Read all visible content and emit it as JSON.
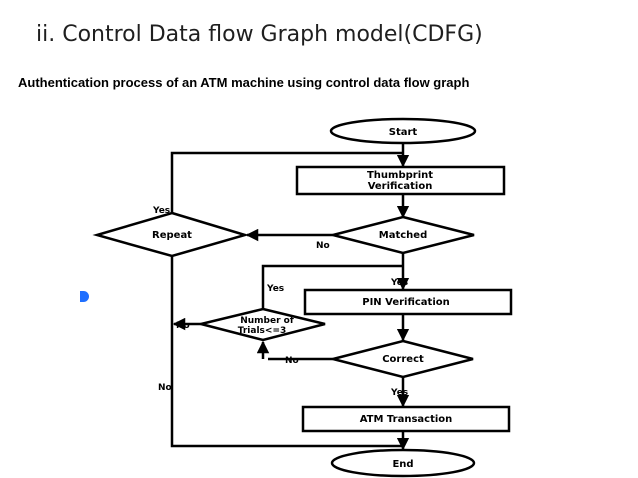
{
  "slide": {
    "title": "ii. Control Data flow Graph model(CDFG)",
    "subtitle": "Authentication process of an ATM machine using control data flow graph"
  },
  "flowchart": {
    "start": "Start",
    "thumb_line1": "Thumbprint",
    "thumb_line2": "Verification",
    "matched": "Matched",
    "repeat": "Repeat",
    "pin": "PIN Verification",
    "trials_line1": "Number of",
    "trials_line2": "Trials<=3",
    "correct": "Correct",
    "atm": "ATM Transaction",
    "end": "End",
    "yes_repeat": "Yes",
    "no_matched": "No",
    "yes_matched": "Yes",
    "yes_trials": "Yes",
    "no_trials": "No",
    "no_correct": "No",
    "yes_correct": "Yes",
    "no_repeat": "No"
  }
}
